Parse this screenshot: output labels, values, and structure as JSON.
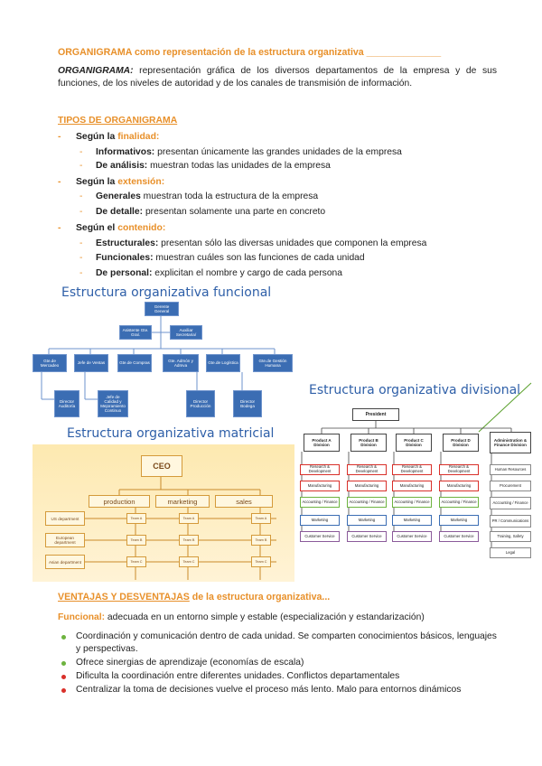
{
  "header": {
    "title": "ORGANIGRAMA como representación  de la estructura organizativa ______________",
    "definition_term": "ORGANIGRAMA:",
    "definition_text": "representación gráfica de los diversos departamentos de la empresa y de sus funciones, de los niveles de autoridad y de los canales de transmisión de información."
  },
  "types": {
    "title": "TIPOS DE ORGANIGRAMA",
    "criteria": [
      {
        "prefix": "Según la ",
        "keyword": "finalidad:",
        "items": [
          {
            "label": "Informativos:",
            "text": " presentan únicamente las grandes unidades de la empresa"
          },
          {
            "label": "De análisis:",
            "text": " muestran todas las unidades de la empresa"
          }
        ]
      },
      {
        "prefix": "Según la ",
        "keyword": "extensión:",
        "items": [
          {
            "label": "Generales",
            "text": "  muestran toda la estructura de la empresa"
          },
          {
            "label": "De detalle:",
            "text": " presentan solamente una parte en concreto"
          }
        ]
      },
      {
        "prefix": "Según el ",
        "keyword": "contenido:",
        "items": [
          {
            "label": "Estructurales:",
            "text": " presentan sólo las diversas unidades que componen la empresa"
          },
          {
            "label": "Funcionales:",
            "text": " muestran cuáles son las funciones de cada unidad"
          },
          {
            "label": "De personal:",
            "text": " explicitan el nombre y cargo de cada persona"
          }
        ]
      }
    ]
  },
  "functional_chart": {
    "title": "Estructura organizativa funcional",
    "top": "Gerente General",
    "assistants": [
      "Asistente Gte. Gral.",
      "Auxiliar Secretaria/"
    ],
    "departments": [
      "Gte.de Mercadeo",
      "Jefe de Ventas",
      "Gte.de Compras",
      "Gte. Admón y Admva",
      "Gte.de Logística",
      "Gte.de Gestión Humana"
    ],
    "subunits": [
      "Director Auditoría",
      "Jefe de Calidad y Mejoramiento Continuo",
      "Director Producción",
      "Director Bodega"
    ]
  },
  "matrix_chart": {
    "title": "Estructura organizativa matricial",
    "top": "CEO",
    "columns": [
      "production",
      "marketing",
      "sales"
    ],
    "rows": [
      "US department",
      "European department",
      "Asian department"
    ],
    "cell_labels": [
      "Team A",
      "Team B",
      "Team C"
    ]
  },
  "divisional_chart": {
    "title": "Estructura organizativa divisional",
    "top": "President",
    "divisions": [
      "Product A Division",
      "Product B Division",
      "Product C Division",
      "Product D Division",
      "Administration & Finance Division"
    ],
    "functions": [
      "Research & Development",
      "Manufacturing",
      "Accounting / Finance",
      "Marketing",
      "Customer Service"
    ],
    "admin_functions": [
      "Human Resources",
      "Procurement",
      "Accounting / Finance",
      "PR / Communications",
      "Training, Safety",
      "Legal"
    ]
  },
  "advantages": {
    "title_underlined": "VENTAJAS Y DESVENTAJAS",
    "title_rest": " de la estructura organizativa...",
    "funcional_label": "Funcional:",
    "funcional_text": " adecuada en un entorno simple y estable (especialización y estandarización)",
    "bullets": [
      {
        "color": "#6db33f",
        "text": "Coordinación y comunicación dentro de cada unidad. Se comparten conocimientos básicos, lenguajes y perspectivas."
      },
      {
        "color": "#6db33f",
        "text": "Ofrece sinergias de aprendizaje (economías de escala)"
      },
      {
        "color": "#d9302a",
        "text": "Dificulta la coordinación entre diferentes unidades. Conflictos departamentales"
      },
      {
        "color": "#d9302a",
        "text": "Centralizar la toma de decisiones vuelve el proceso más lento. Malo para entornos dinámicos"
      }
    ]
  },
  "colors": {
    "accent": "#e8902a",
    "chart_blue": "#3b6db3",
    "positive": "#6db33f",
    "negative": "#d9302a"
  }
}
